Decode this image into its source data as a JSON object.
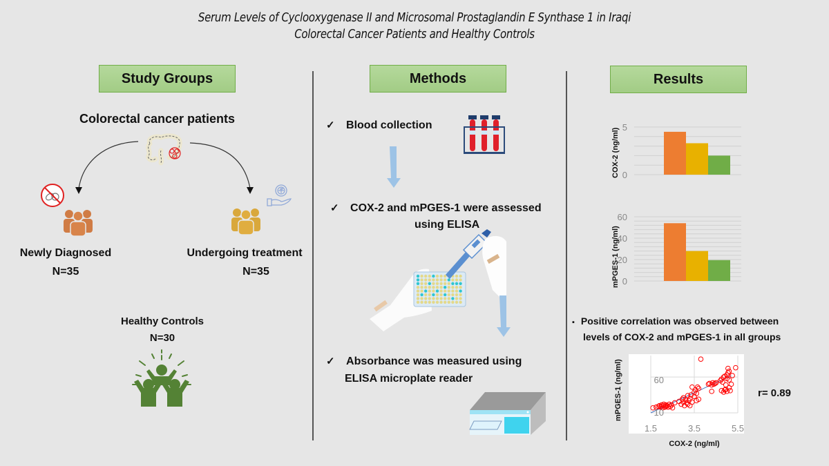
{
  "title": {
    "line1": "Serum Levels of Cyclooxygenase II and Microsomal Prostaglandin E Synthase 1 in Iraqi",
    "line2": "Colorectal Cancer Patients and Healthy Controls"
  },
  "study_groups": {
    "header": "Study Groups",
    "patients_label": "Colorectal cancer patients",
    "newly": {
      "label": "Newly Diagnosed",
      "n": "N=35"
    },
    "treatment": {
      "label": "Undergoing treatment",
      "n": "N=35"
    },
    "controls": {
      "label": "Healthy Controls",
      "n": "N=30"
    },
    "icons": [
      "colon-tumor-icon",
      "no-pills-icon",
      "group-people-icon",
      "treatment-hand-icon",
      "celebrating-people-icon"
    ]
  },
  "methods": {
    "header": "Methods",
    "check_glyph": "✓",
    "steps": [
      {
        "line1": "Blood collection"
      },
      {
        "line1": "COX-2 and mPGES-1 were assessed",
        "line2": "using ELISA"
      },
      {
        "line1": "Absorbance was measured using",
        "line2": "ELISA microplate reader"
      }
    ],
    "icons": [
      "blood-tubes-icon",
      "pipette-microplate-icon",
      "microplate-reader-icon"
    ]
  },
  "results": {
    "header": "Results",
    "bullet": "▪",
    "correlation_line1": "Positive correlation was observed between",
    "correlation_line2": "levels of COX-2 and mPGES-1  in all groups",
    "r_value": "r= 0.89"
  },
  "colors": {
    "newly": "#ed7d31",
    "treatment": "#e8b100",
    "controls": "#70ad47",
    "header_fill": "#a9d18e",
    "scatter_point": "#ff0000",
    "trendline": "#4472c4"
  },
  "chart_data": [
    {
      "type": "bar",
      "title": "",
      "ylabel": "COX-2 (ng/ml)",
      "xlabel": "",
      "categories": [
        "Newly Diagnosed",
        "Undergoing treatment",
        "Healthy Controls"
      ],
      "values": [
        4.5,
        3.3,
        2.0
      ],
      "ylim": [
        0,
        5
      ],
      "yticks": [
        "0",
        "5"
      ],
      "grid_step": 1,
      "grid": true,
      "legend": "none"
    },
    {
      "type": "bar",
      "title": "",
      "ylabel": "mPGES-1 (ng/ml)",
      "xlabel": "",
      "categories": [
        "Newly Diagnosed",
        "Undergoing treatment",
        "Healthy Controls"
      ],
      "values": [
        54,
        28,
        19.5
      ],
      "ylim": [
        0,
        60
      ],
      "yticks": [
        "0",
        "20",
        "40",
        "60"
      ],
      "grid_step": 4,
      "grid": true,
      "legend": "none"
    },
    {
      "type": "scatter",
      "title": "",
      "xlabel": "COX-2 (ng/ml)",
      "ylabel": "mPGES-1 (ng/ml)",
      "xlim": [
        1.5,
        5.5
      ],
      "ylim": [
        10,
        90
      ],
      "xticks": [
        "1.5",
        "3.5",
        "5.5"
      ],
      "yticks": [
        "10",
        "60"
      ],
      "annotation": "r= 0.89",
      "trendline": {
        "x": [
          1.5,
          5.2
        ],
        "y": [
          10,
          62
        ]
      },
      "points": [
        [
          1.6,
          17
        ],
        [
          1.75,
          18
        ],
        [
          1.85,
          19
        ],
        [
          1.9,
          20
        ],
        [
          1.95,
          18
        ],
        [
          2.0,
          21
        ],
        [
          2.0,
          19
        ],
        [
          2.05,
          17
        ],
        [
          2.1,
          20
        ],
        [
          2.1,
          22
        ],
        [
          2.15,
          18
        ],
        [
          2.2,
          21
        ],
        [
          2.2,
          19
        ],
        [
          2.25,
          20
        ],
        [
          2.3,
          18
        ],
        [
          2.35,
          22
        ],
        [
          2.4,
          19
        ],
        [
          2.45,
          21
        ],
        [
          2.5,
          17
        ],
        [
          2.6,
          24
        ],
        [
          2.8,
          26
        ],
        [
          2.9,
          22
        ],
        [
          2.95,
          29
        ],
        [
          3.0,
          25
        ],
        [
          3.0,
          31
        ],
        [
          3.05,
          20
        ],
        [
          3.1,
          28
        ],
        [
          3.15,
          24
        ],
        [
          3.2,
          34
        ],
        [
          3.2,
          22
        ],
        [
          3.25,
          27
        ],
        [
          3.3,
          30
        ],
        [
          3.3,
          20
        ],
        [
          3.35,
          35
        ],
        [
          3.4,
          25
        ],
        [
          3.4,
          46
        ],
        [
          3.5,
          33
        ],
        [
          3.5,
          39
        ],
        [
          3.55,
          42
        ],
        [
          3.6,
          27
        ],
        [
          3.6,
          37
        ],
        [
          3.65,
          46
        ],
        [
          3.7,
          44
        ],
        [
          3.8,
          85
        ],
        [
          3.7,
          29
        ],
        [
          4.15,
          50
        ],
        [
          4.2,
          51
        ],
        [
          4.3,
          49
        ],
        [
          4.35,
          52
        ],
        [
          4.4,
          50
        ],
        [
          4.45,
          51
        ],
        [
          4.5,
          52
        ],
        [
          4.3,
          40
        ],
        [
          4.7,
          55
        ],
        [
          4.75,
          57
        ],
        [
          4.8,
          53
        ],
        [
          4.85,
          60
        ],
        [
          4.9,
          61
        ],
        [
          4.9,
          42
        ],
        [
          4.95,
          49
        ],
        [
          5.0,
          40
        ],
        [
          5.0,
          58
        ],
        [
          5.05,
          72
        ],
        [
          5.05,
          66
        ],
        [
          5.1,
          56
        ],
        [
          5.1,
          45
        ],
        [
          5.15,
          41
        ],
        [
          5.2,
          50
        ],
        [
          5.25,
          62
        ],
        [
          5.4,
          73
        ],
        [
          4.75,
          41
        ],
        [
          4.85,
          39
        ],
        [
          4.95,
          43
        ],
        [
          5.0,
          63
        ],
        [
          5.1,
          68
        ]
      ]
    }
  ]
}
